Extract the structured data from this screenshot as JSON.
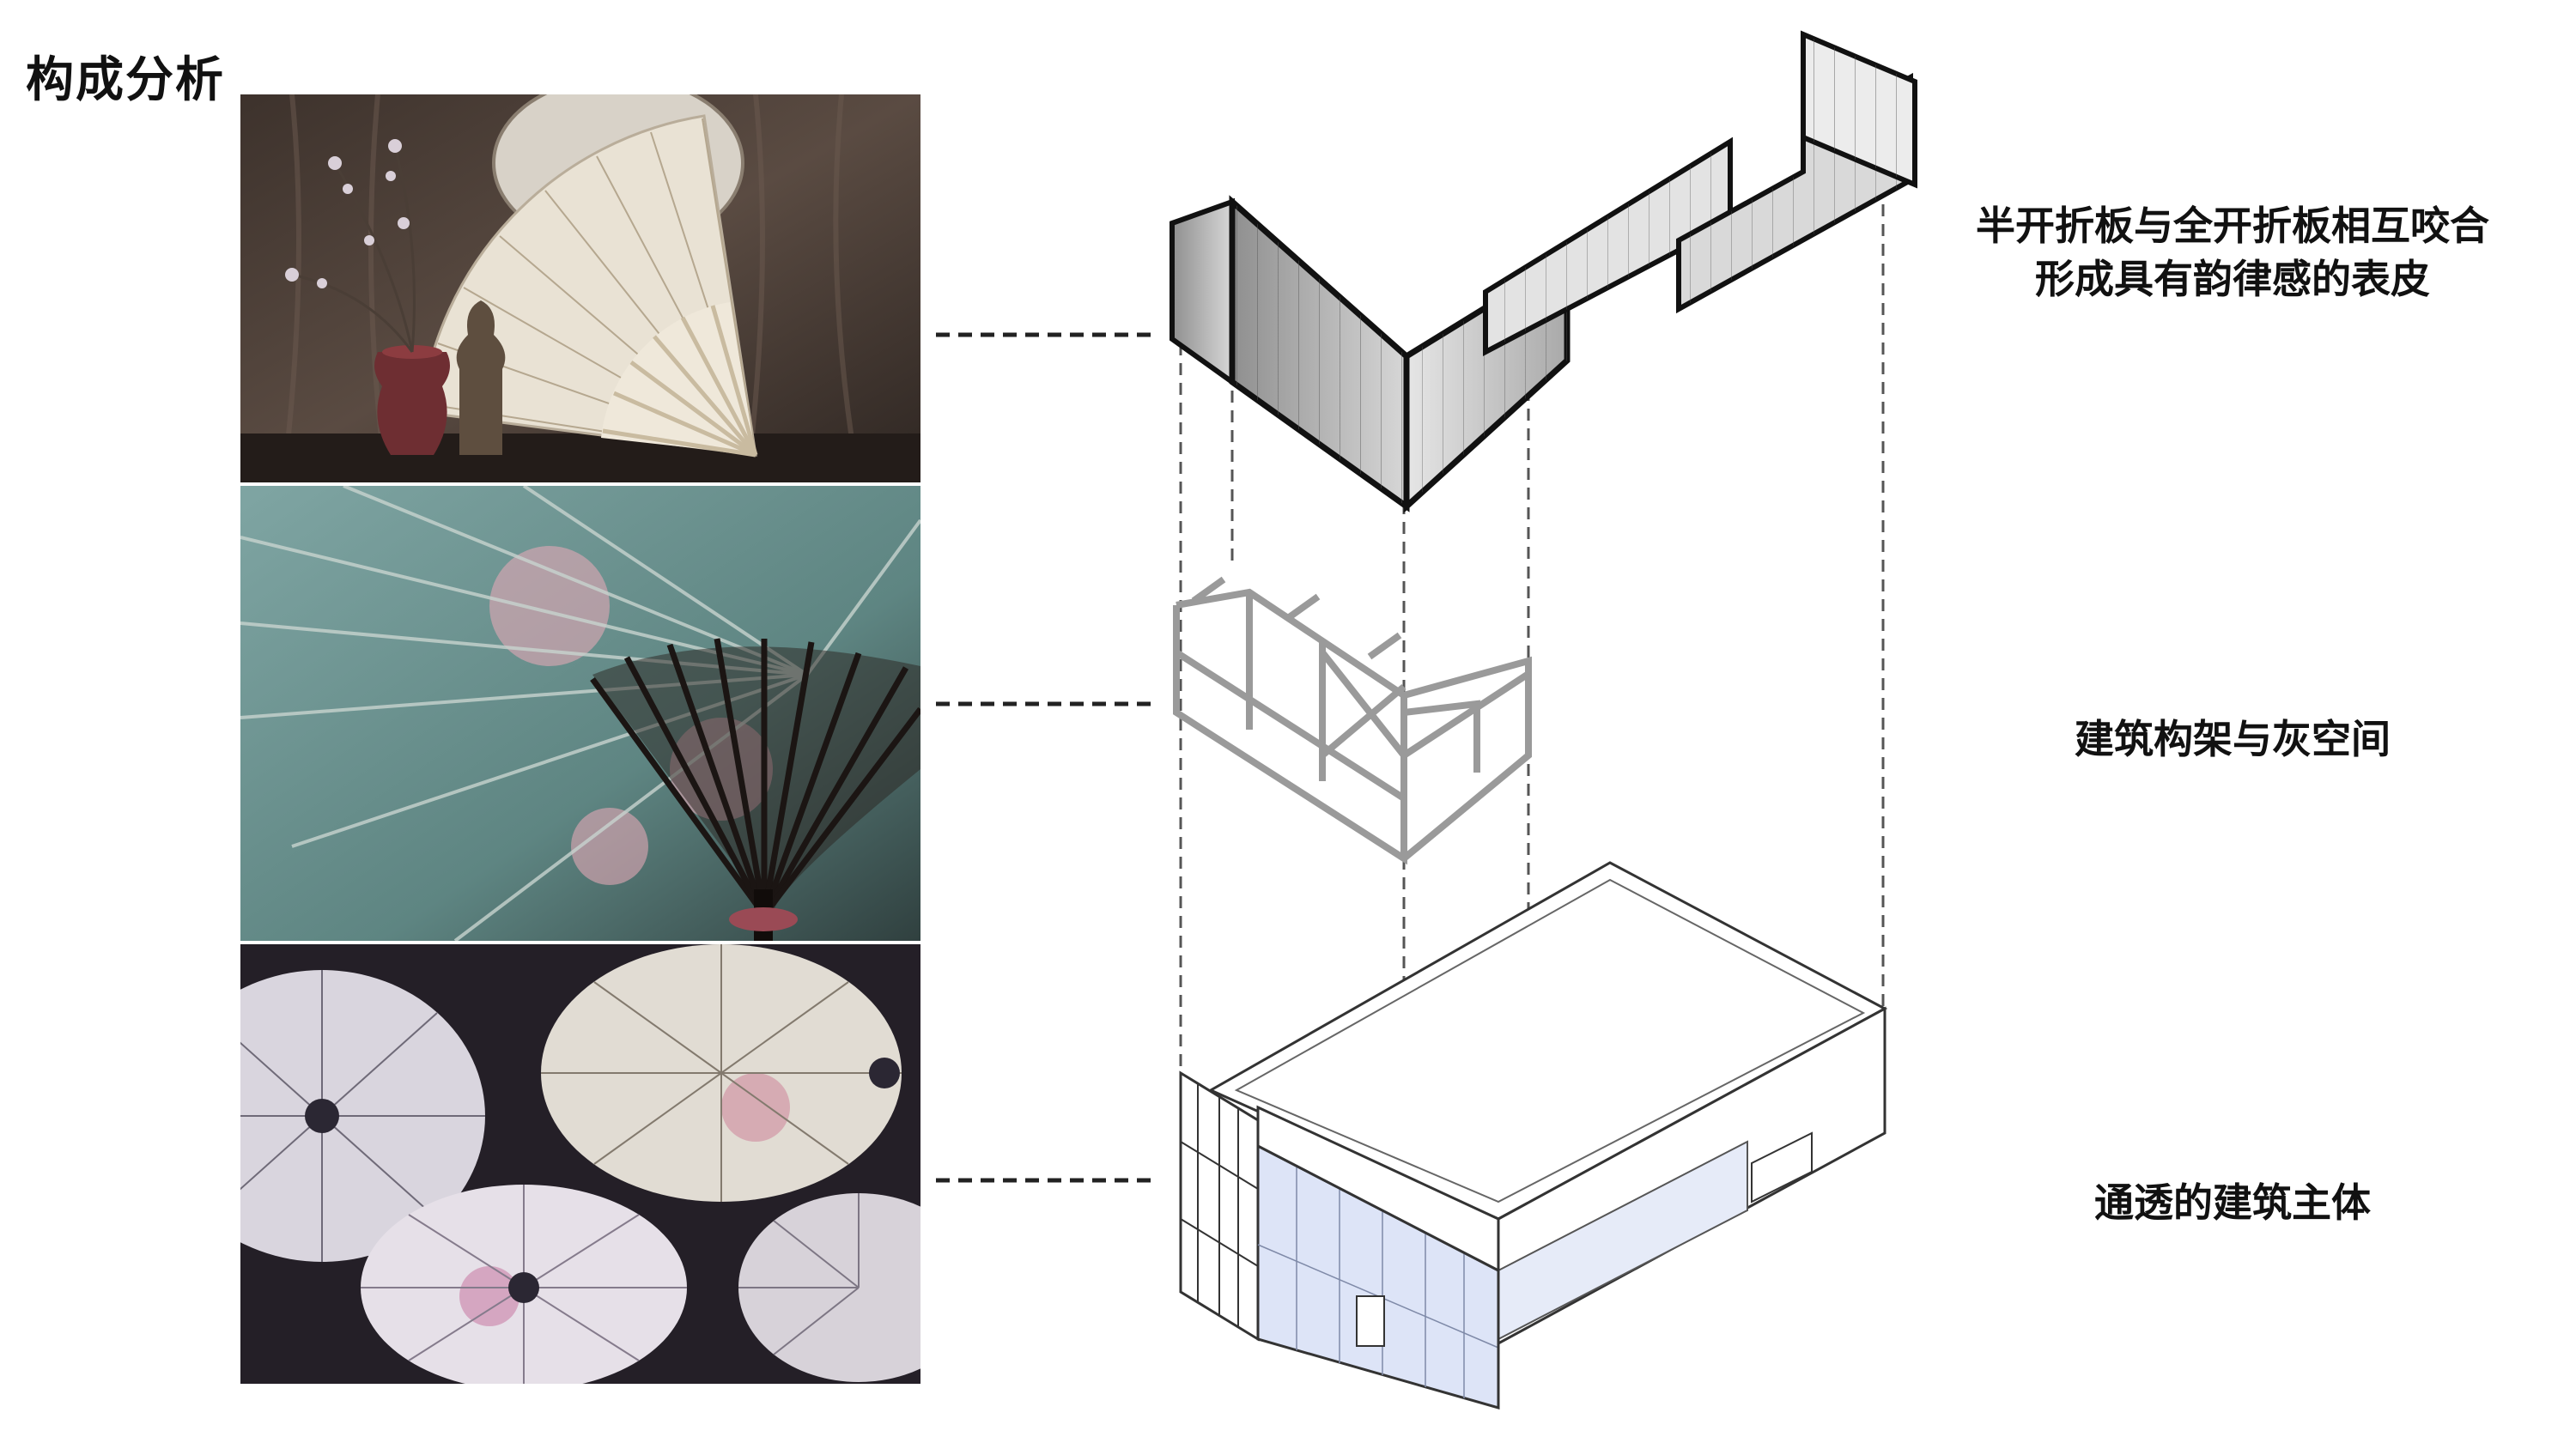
{
  "page": {
    "title": "构成分析"
  },
  "photos": [
    {
      "subject": "folding-fan-still-life"
    },
    {
      "subject": "oil-paper-umbrella-closeup"
    },
    {
      "subject": "hanging-painted-umbrellas"
    }
  ],
  "layers": [
    {
      "label": "半开折板与全开折板相互咬合形成具有韵律感的表皮"
    },
    {
      "label": "建筑构架与灰空间"
    },
    {
      "label": "通透的建筑主体"
    }
  ],
  "colors": {
    "text": "#111111",
    "skin_fill": "#bdbdbd",
    "frame_stroke": "#9a9a9a",
    "glass": "#dde4f7",
    "leader": "#222222"
  }
}
